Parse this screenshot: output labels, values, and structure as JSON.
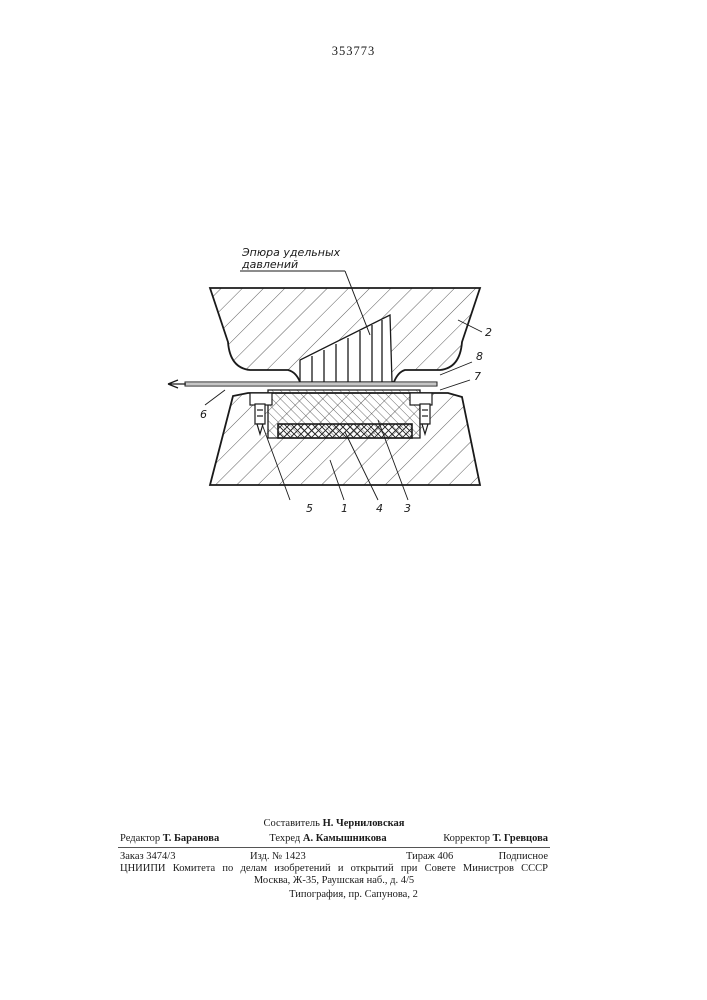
{
  "header": {
    "patent_number": "353773"
  },
  "figure": {
    "annotation": [
      "Эпюра удельных",
      "давлений"
    ],
    "callouts": [
      "1",
      "2",
      "3",
      "4",
      "5",
      "6",
      "7",
      "8"
    ]
  },
  "footer": {
    "compiler_label": "Составитель",
    "compiler_name": "Н. Черниловская",
    "editor_label": "Редактор",
    "editor_name": "Т. Баранова",
    "techred_label": "Техред",
    "techred_name": "А. Камышникова",
    "corrector_label": "Корректор",
    "corrector_name": "Т. Гревцова",
    "order": "Заказ 3474/3",
    "edition": "Изд. № 1423",
    "print_run": "Тираж 406",
    "subscription": "Подписное",
    "org": "ЦНИИПИ Комитета по делам изобретений и открытий при Совете Министров СССР",
    "address": "Москва, Ж-35, Раушская наб., д. 4/5",
    "printer": "Типография, пр. Сапунова, 2"
  }
}
